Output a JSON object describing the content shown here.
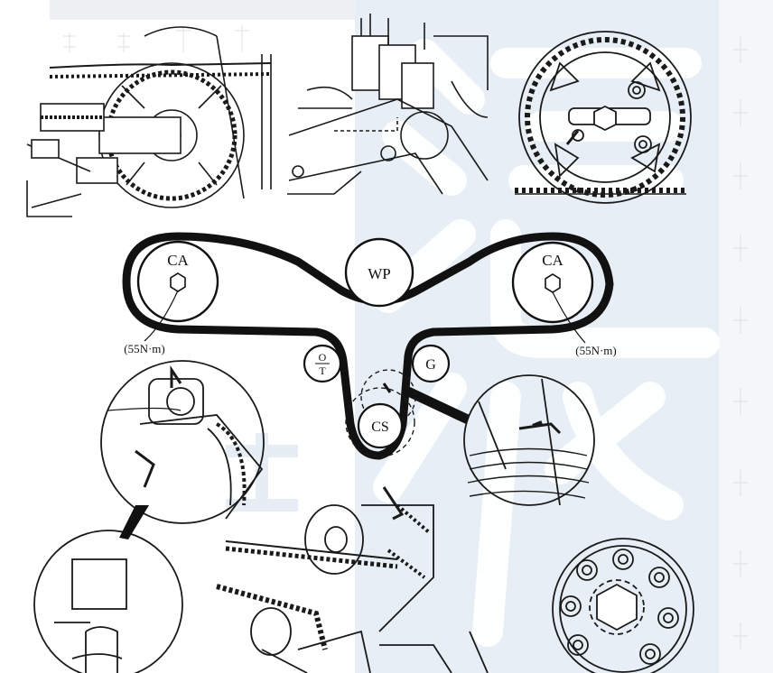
{
  "diagram": {
    "pulleys": {
      "camshaft_left": "CA",
      "camshaft_right": "CA",
      "water_pump": "WP",
      "tensioner_top": "O",
      "tensioner_bottom": "T",
      "idler": "G",
      "crankshaft": "CS"
    },
    "torque": {
      "left": "(55N·m)",
      "right": "(55N·m)"
    }
  },
  "colors": {
    "ink": "#1a1a1a",
    "belt": "#111111",
    "watermark_band": "#e7eef5",
    "watermark_glyph": "#ffffff",
    "paper": "#ffffff"
  }
}
